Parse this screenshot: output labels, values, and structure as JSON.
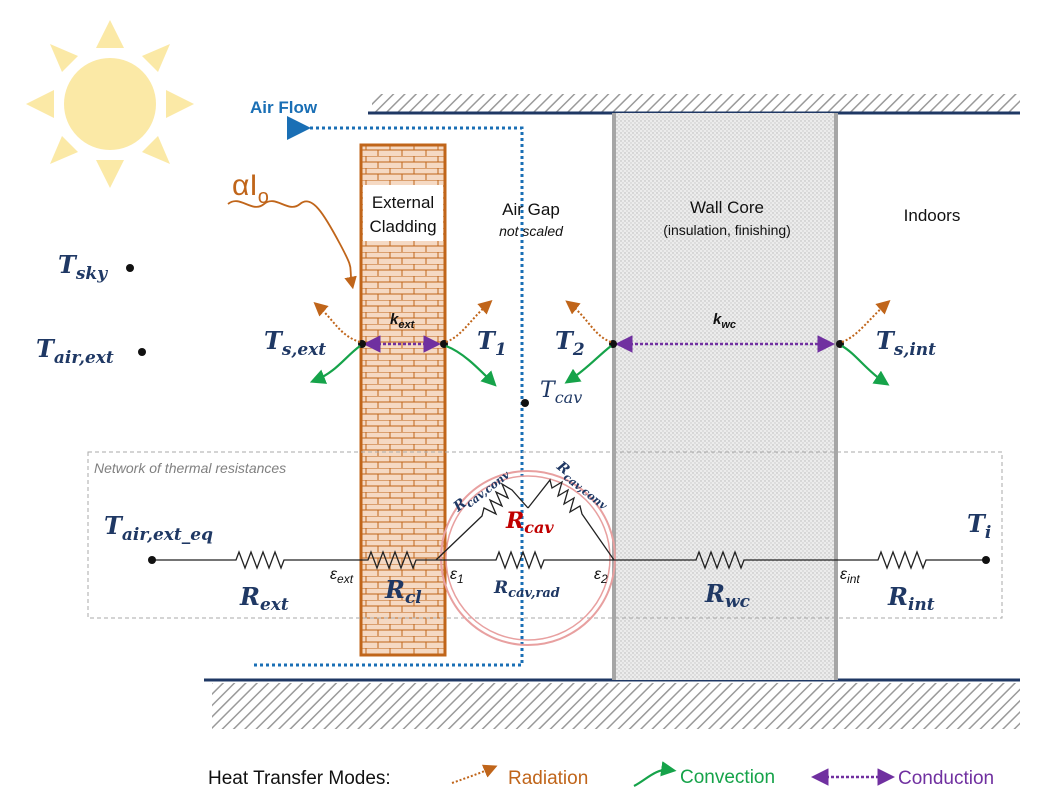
{
  "labels": {
    "air_flow": "Air Flow",
    "alpha_i": "αI",
    "alpha_i_sub": "o",
    "external_cladding_1": "External",
    "external_cladding_2": "Cladding",
    "air_gap": "Air Gap",
    "not_scaled": "not scaled",
    "wall_core": "Wall Core",
    "wall_core_sub": "(insulation, finishing)",
    "indoors": "Indoors",
    "network_title": "Network of thermal resistances"
  },
  "temperatures": {
    "t_sky": {
      "main": "T",
      "sub": "sky"
    },
    "t_air_ext": {
      "main": "T",
      "sub": "air,ext"
    },
    "t_s_ext": {
      "main": "T",
      "sub": "s,ext"
    },
    "t_1": {
      "main": "T",
      "sub": "1"
    },
    "t_2": {
      "main": "T",
      "sub": "2"
    },
    "t_s_int": {
      "main": "T",
      "sub": "s,int"
    },
    "t_cav": {
      "main": "T",
      "sub": "cav"
    },
    "t_air_ext_eq": {
      "main": "T",
      "sub": "air,ext_eq"
    },
    "t_i": {
      "main": "T",
      "sub": "i"
    }
  },
  "conductivities": {
    "k_ext": {
      "main": "k",
      "sub": "ext"
    },
    "k_wc": {
      "main": "k",
      "sub": "wc"
    }
  },
  "resistances": {
    "r_ext": {
      "main": "R",
      "sub": "ext"
    },
    "r_cl": {
      "main": "R",
      "sub": "cl"
    },
    "r_cav": {
      "main": "R",
      "sub": "cav"
    },
    "r_cav_conv_left": {
      "main": "R",
      "sub": "cav,conv"
    },
    "r_cav_conv_right": {
      "main": "R",
      "sub": "cav,conv"
    },
    "r_cav_rad": {
      "main": "R",
      "sub": "cav,rad"
    },
    "r_wc": {
      "main": "R",
      "sub": "wc"
    },
    "r_int": {
      "main": "R",
      "sub": "int"
    }
  },
  "emissivities": {
    "eps_ext": {
      "main": "ε",
      "sub": "ext"
    },
    "eps_1": {
      "main": "ε",
      "sub": "1"
    },
    "eps_2": {
      "main": "ε",
      "sub": "2"
    },
    "eps_int": {
      "main": "ε",
      "sub": "int"
    }
  },
  "legend": {
    "title": "Heat Transfer Modes:",
    "radiation": "Radiation",
    "convection": "Convection",
    "conduction": "Conduction"
  },
  "colors": {
    "navy": "#1f3864",
    "air_flow_blue": "#1a6fb5",
    "radiation_orange": "#c0651a",
    "convection_green": "#16a34a",
    "conduction_purple": "#7030a0",
    "cladding_brown": "#c0651a",
    "r_cav_red": "#c00000",
    "sun_yellow": "#fbe9a6"
  }
}
